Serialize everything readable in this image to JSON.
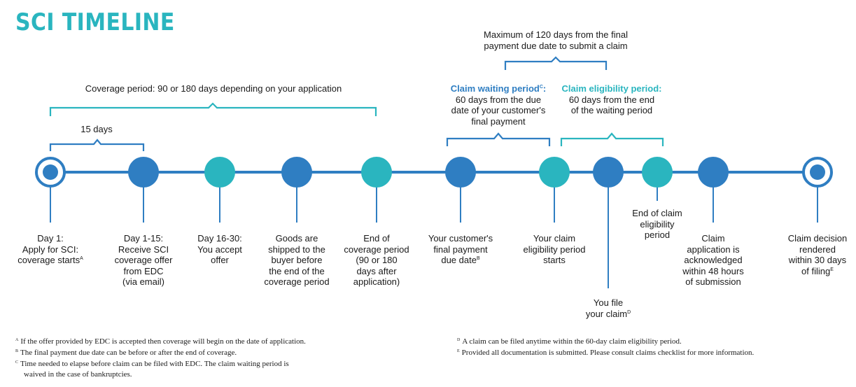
{
  "title": "SCI TIMELINE",
  "colors": {
    "blue": "#2f7ec2",
    "teal": "#2ab5bf",
    "text": "#1a1a1a"
  },
  "brackets": {
    "coverage": "Coverage period: 90 or 180 days depending on your application",
    "fifteen": "15 days",
    "max_line1": "Maximum of 120 days from the final",
    "max_line2": "payment due date to submit a claim",
    "waiting_title": "Claim waiting period",
    "waiting_sup": "C",
    "waiting_colon": ":",
    "waiting_l1": "60 days from the due",
    "waiting_l2": "date of your customer's",
    "waiting_l3": "final payment",
    "elig_title": "Claim eligibility period:",
    "elig_l1": "60 days from the end",
    "elig_l2": "of the waiting period"
  },
  "nodes": [
    {
      "id": "day1",
      "style": "ring",
      "lines": [
        "Day 1:",
        "Apply for SCI:",
        "coverage starts"
      ],
      "sup": "A"
    },
    {
      "id": "day1-15",
      "style": "blue",
      "lines": [
        "Day 1-15:",
        "Receive SCI",
        "coverage offer",
        "from EDC",
        "(via email)"
      ]
    },
    {
      "id": "day16-30",
      "style": "teal",
      "lines": [
        "Day 16-30:",
        "You accept",
        "offer"
      ]
    },
    {
      "id": "goods",
      "style": "blue",
      "lines": [
        "Goods are",
        "shipped to the",
        "buyer before",
        "the end of the",
        "coverage period"
      ]
    },
    {
      "id": "end-coverage",
      "style": "teal",
      "lines": [
        "End of",
        "coverage period",
        "(90 or 180",
        "days after",
        "application)"
      ]
    },
    {
      "id": "final-payment",
      "style": "blue",
      "lines": [
        "Your customer's",
        "final payment",
        "due date"
      ],
      "sup": "B"
    },
    {
      "id": "elig-starts",
      "style": "teal",
      "lines": [
        "Your claim",
        "eligibility period",
        "starts"
      ]
    },
    {
      "id": "file-claim",
      "style": "blue",
      "lines": [
        "You file",
        "your claim"
      ],
      "sup": "D"
    },
    {
      "id": "end-elig",
      "style": "teal",
      "lines": [
        "End of claim",
        "eligibility",
        "period"
      ]
    },
    {
      "id": "acknowledged",
      "style": "blue",
      "lines": [
        "Claim",
        "application is",
        "acknowledged",
        "within 48 hours",
        "of submission"
      ]
    },
    {
      "id": "decision",
      "style": "ring",
      "lines": [
        "Claim decision",
        "rendered",
        "within 30 days",
        "of filing"
      ],
      "sup": "E"
    }
  ],
  "footnotes": {
    "a": {
      "mark": "A",
      "text": "If the offer provided by EDC is accepted then coverage will begin on the date of application."
    },
    "b": {
      "mark": "B",
      "text": "The final payment due date can be before or after the end of coverage."
    },
    "c": {
      "mark": "C",
      "text": "Time needed to elapse before claim can be filed with EDC. The claim waiting period is",
      "cont": "waived in the case of bankruptcies."
    },
    "d": {
      "mark": "D",
      "text": "A claim can be filed anytime within the 60-day claim eligibility period."
    },
    "e": {
      "mark": "E",
      "text": "Provided all documentation is submitted. Please consult claims checklist for more information."
    }
  }
}
